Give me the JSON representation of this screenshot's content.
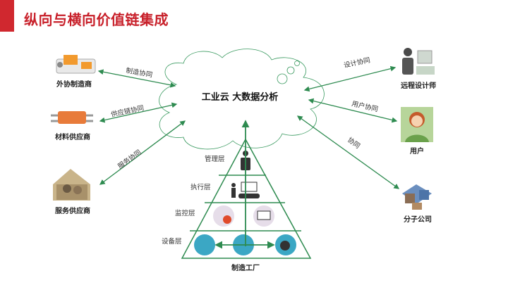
{
  "title": "纵向与横向价值链集成",
  "cloud_label": "工业云  大数据分析",
  "left_nodes": [
    {
      "label": "外协制造商",
      "link": "制造协同",
      "icon": "factory-machine-icon"
    },
    {
      "label": "材料供应商",
      "link": "供应链协同",
      "icon": "material-component-icon"
    },
    {
      "label": "服务供应商",
      "link": "服务协同",
      "icon": "service-house-icon"
    }
  ],
  "right_nodes": [
    {
      "label": "远程设计师",
      "link": "设计协同",
      "icon": "designer-computer-icon"
    },
    {
      "label": "用户",
      "link": "用户协同",
      "icon": "user-avatar-icon"
    },
    {
      "label": "分子公司",
      "link": "协同",
      "icon": "branch-buildings-icon"
    }
  ],
  "pyramid": {
    "layers": [
      "管理层",
      "执行层",
      "监控层",
      "设备层"
    ],
    "base_label": "制造工厂"
  },
  "colors": {
    "accent": "#c8202a",
    "arrow": "#2e8b50",
    "cloud": "#3a9a60"
  }
}
